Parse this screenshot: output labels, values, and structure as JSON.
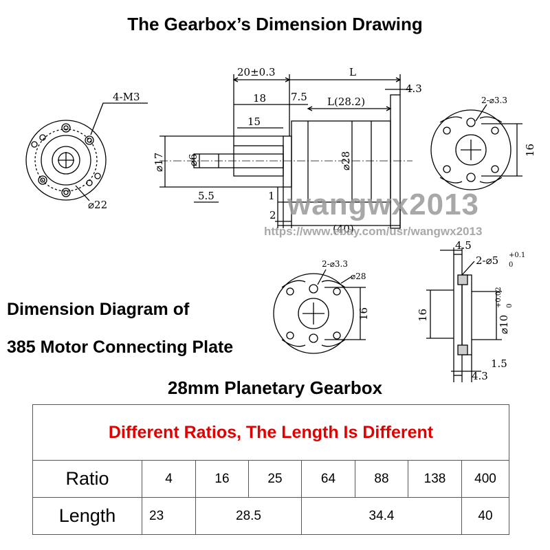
{
  "titles": {
    "main": "The Gearbox’s Dimension Drawing",
    "side_line1": "Dimension Diagram of",
    "side_line2": "385 Motor Connecting Plate",
    "gearbox": "28mm Planetary Gearbox"
  },
  "watermark": {
    "main": "wangwx2013",
    "url": "https://www.ebay.com/usr/wangwx2013"
  },
  "drawing_labels": {
    "front_thread": "4-M3",
    "front_dia": "⌀22",
    "shaft_len_total": "20±0.3",
    "shaft_len_18": "18",
    "shaft_len_15": "15",
    "body_len": "L",
    "flange_7_5": "7.5",
    "body_len_inner": "L(28.2)",
    "end_4_3": "4.3",
    "dia_17": "⌀17",
    "dia_6": "⌀6",
    "dia_28": "⌀28",
    "dim_5_5": "5.5",
    "dim_1": "1",
    "dim_2": "2",
    "dim_40": "(40)",
    "rear_holes": "2-⌀3.3",
    "rear_16": "16",
    "plate_holes": "2-⌀3.3",
    "plate_dia": "⌀28",
    "plate_16": "16",
    "side_4_5": "4.5",
    "side_holes": "2-⌀5",
    "side_holes_tol_upper": "+0.1",
    "side_holes_tol_lower": "0",
    "side_16": "16",
    "side_dia10": "⌀10",
    "side_dia10_tol_upper": "+0.02",
    "side_dia10_tol_lower": "0",
    "side_1_5": "1.5",
    "side_4_3": "4.3"
  },
  "table": {
    "header": "Different Ratios, The Length Is Different",
    "ratio_label": "Ratio",
    "ratios": [
      "4",
      "16",
      "25",
      "64",
      "88",
      "138",
      "400"
    ],
    "length_label": "Length",
    "lengths": [
      "23",
      "28.5",
      "34.4",
      "40"
    ]
  },
  "colors": {
    "header_text": "#e00000",
    "line": "#000000",
    "watermark": "#9a9a9a"
  }
}
